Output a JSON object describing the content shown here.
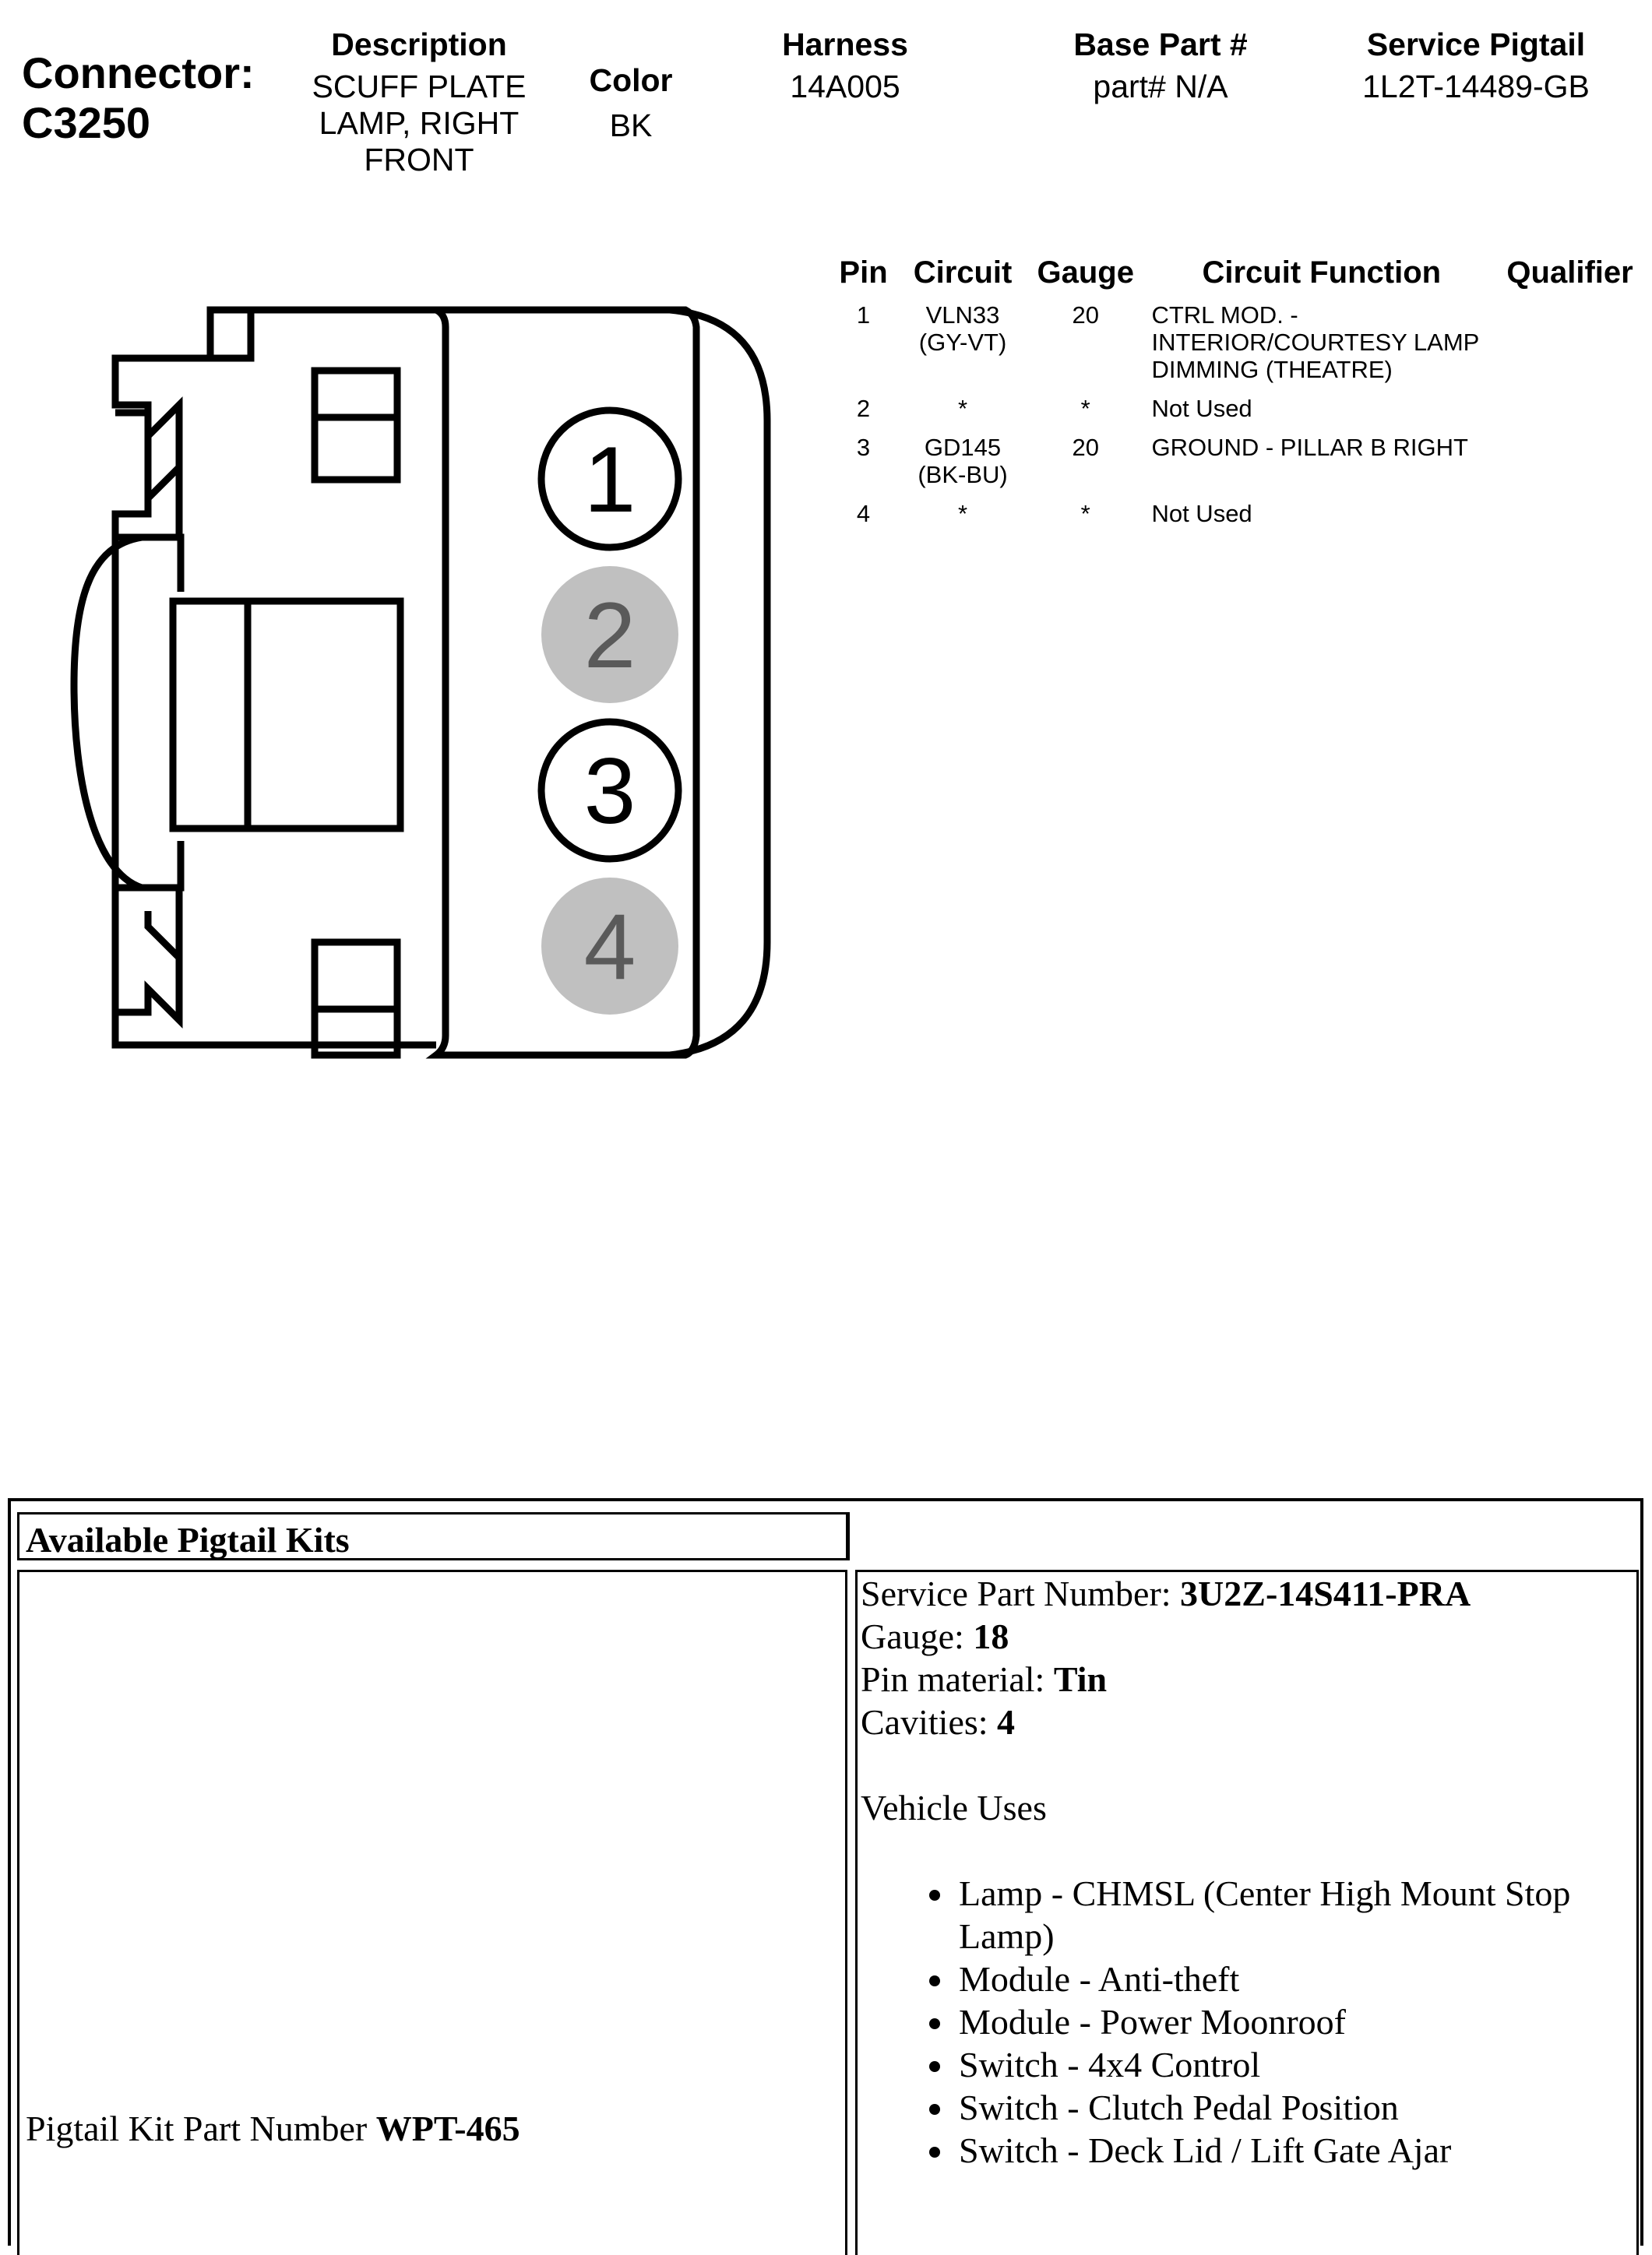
{
  "header": {
    "connector_label": "Connector:",
    "connector_id": "C3250",
    "description": {
      "heading": "Description",
      "lines": [
        "SCUFF PLATE",
        "LAMP, RIGHT",
        "FRONT"
      ]
    },
    "color": {
      "heading": "Color",
      "value": "BK"
    },
    "harness": {
      "heading": "Harness",
      "value": "14A005"
    },
    "base_part": {
      "heading": "Base Part #",
      "value": "part# N/A"
    },
    "service_pigtail": {
      "heading": "Service Pigtail",
      "value": "1L2T-14489-GB"
    }
  },
  "connector": {
    "pins": [
      {
        "number": "1",
        "used": true
      },
      {
        "number": "2",
        "used": false
      },
      {
        "number": "3",
        "used": true
      },
      {
        "number": "4",
        "used": false
      }
    ],
    "colors": {
      "used_fill": "#ffffff",
      "unused_fill": "#c0c0c0",
      "unused_text": "#5a5a5a",
      "stroke": "#000000"
    }
  },
  "pin_table": {
    "headers": {
      "pin": "Pin",
      "circuit": "Circuit",
      "gauge": "Gauge",
      "function": "Circuit Function",
      "qualifier": "Qualifier"
    },
    "rows": [
      {
        "pin": "1",
        "circuit": [
          "VLN33",
          "(GY-VT)"
        ],
        "gauge": "20",
        "function": [
          "CTRL MOD. -",
          "INTERIOR/COURTESY LAMP",
          "DIMMING (THEATRE)"
        ],
        "qualifier": ""
      },
      {
        "pin": "2",
        "circuit": [
          "*"
        ],
        "gauge": "*",
        "function": [
          "Not Used"
        ],
        "qualifier": ""
      },
      {
        "pin": "3",
        "circuit": [
          "GD145",
          "(BK-BU)"
        ],
        "gauge": "20",
        "function": [
          "GROUND - PILLAR B RIGHT"
        ],
        "qualifier": ""
      },
      {
        "pin": "4",
        "circuit": [
          "*"
        ],
        "gauge": "*",
        "function": [
          "Not Used"
        ],
        "qualifier": ""
      }
    ]
  },
  "pigtail": {
    "heading": "Available Pigtail Kits",
    "kit_part_label": "Pigtail Kit Part Number ",
    "kit_part_value": "WPT-465",
    "service_part_label": "Service Part Number: ",
    "service_part_value": "3U2Z-14S411-PRA",
    "gauge_label": "Gauge: ",
    "gauge_value": "18",
    "pin_material_label": "Pin material: ",
    "pin_material_value": "Tin",
    "cavities_label": "Cavities: ",
    "cavities_value": "4",
    "vehicle_uses_label": "Vehicle Uses",
    "vehicle_uses": [
      "Lamp - CHMSL (Center High Mount Stop Lamp)",
      "Module - Anti-theft",
      "Module - Power Moonroof",
      "Switch - 4x4 Control",
      "Switch - Clutch Pedal Position",
      "Switch - Deck Lid / Lift Gate Ajar"
    ]
  }
}
